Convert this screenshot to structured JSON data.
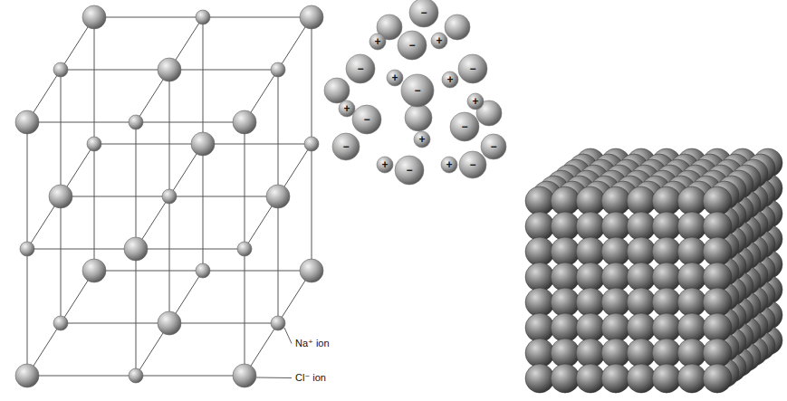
{
  "diagram": {
    "labels": [
      "−",
      "+",
      "−",
      "+",
      "−",
      "−",
      "+",
      "+",
      "−",
      "+",
      "−",
      "+",
      "−",
      "+",
      "−",
      "−",
      "+",
      "−",
      "+",
      "−",
      "Na⁺ ion",
      "Cl⁻ ion"
    ]
  }
}
